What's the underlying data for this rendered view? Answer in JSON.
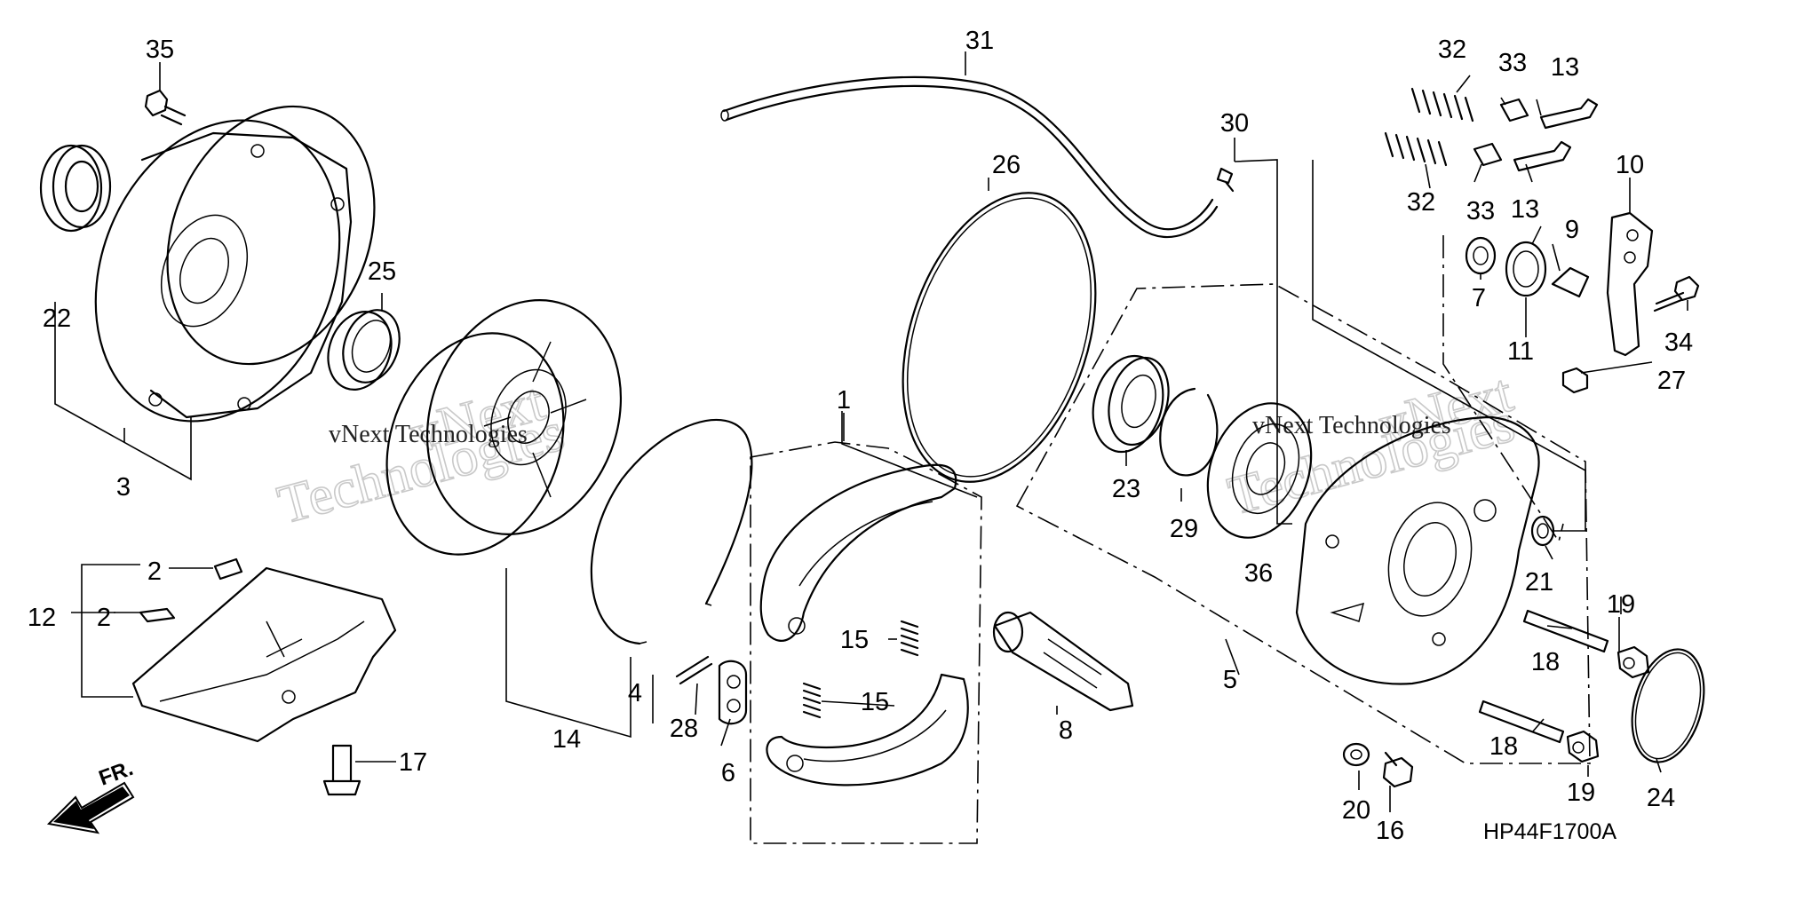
{
  "figure_code": "HP44F1700A",
  "direction_marker": "FR.",
  "watermark": {
    "line1": "vNext",
    "line2": "Technologies",
    "full": "vNext Technologies"
  },
  "callouts": {
    "p1": "1",
    "p2a": "2",
    "p2b": "2",
    "p3": "3",
    "p4": "4",
    "p5": "5",
    "p6": "6",
    "p7": "7",
    "p8": "8",
    "p9": "9",
    "p10": "10",
    "p11": "11",
    "p12": "12",
    "p13a": "13",
    "p13b": "13",
    "p14": "14",
    "p15a": "15",
    "p15b": "15",
    "p16": "16",
    "p17": "17",
    "p18a": "18",
    "p18b": "18",
    "p19a": "19",
    "p19b": "19",
    "p20": "20",
    "p21": "21",
    "p22": "22",
    "p23": "23",
    "p24": "24",
    "p25": "25",
    "p26": "26",
    "p27": "27",
    "p28": "28",
    "p29": "29",
    "p30": "30",
    "p31": "31",
    "p32a": "32",
    "p32b": "32",
    "p33a": "33",
    "p33b": "33",
    "p34": "34",
    "p35": "35",
    "p36": "36"
  }
}
